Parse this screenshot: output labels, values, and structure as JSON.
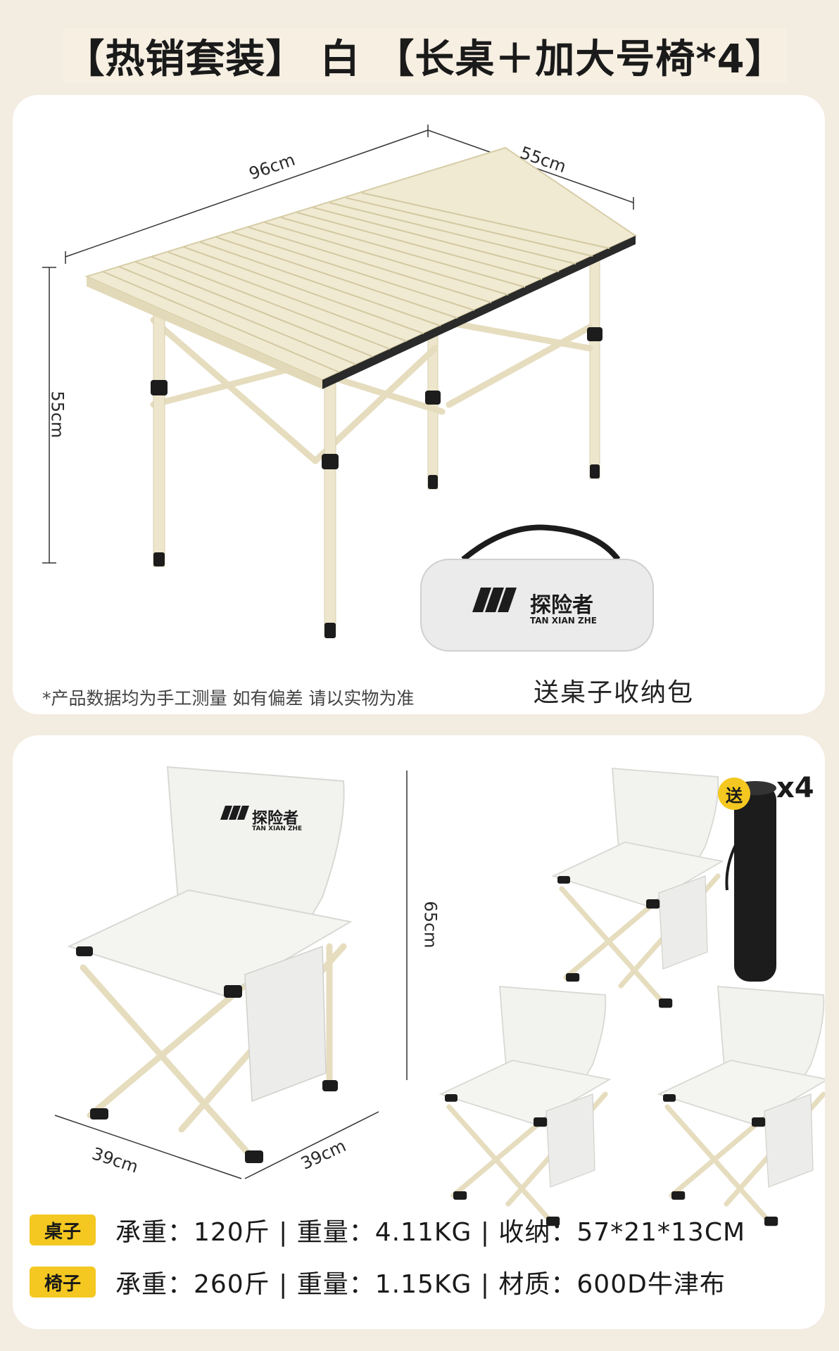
{
  "title": "【热销套装】 白 【长桌＋加大号椅*4】",
  "table_card": {
    "dim_length": "96cm",
    "dim_width": "55cm",
    "dim_height": "55cm",
    "note": "*产品数据均为手工测量  如有偏差 请以实物为准",
    "bag_brand_cn": "探险者",
    "bag_brand_en": "TAN XIAN ZHE",
    "bag_caption": "送桌子收纳包"
  },
  "chair_card": {
    "dim_height": "65cm",
    "dim_depth": "39cm",
    "dim_width": "39cm",
    "brand_cn": "探险者",
    "brand_en": "TAN XIAN ZHE",
    "gift_badge": "送",
    "gift_count": "x4"
  },
  "specs": [
    {
      "tag": "桌子",
      "text": "承重：120斤 | 重量：4.11KG | 收纳：57*21*13CM"
    },
    {
      "tag": "椅子",
      "text": "承重：260斤 | 重量：1.15KG | 材质：600D牛津布"
    }
  ],
  "colors": {
    "background": "#f3ece0",
    "card": "#ffffff",
    "accent": "#f4c820",
    "tabletop": "#f1ead2",
    "frame": "#eee6cc"
  }
}
